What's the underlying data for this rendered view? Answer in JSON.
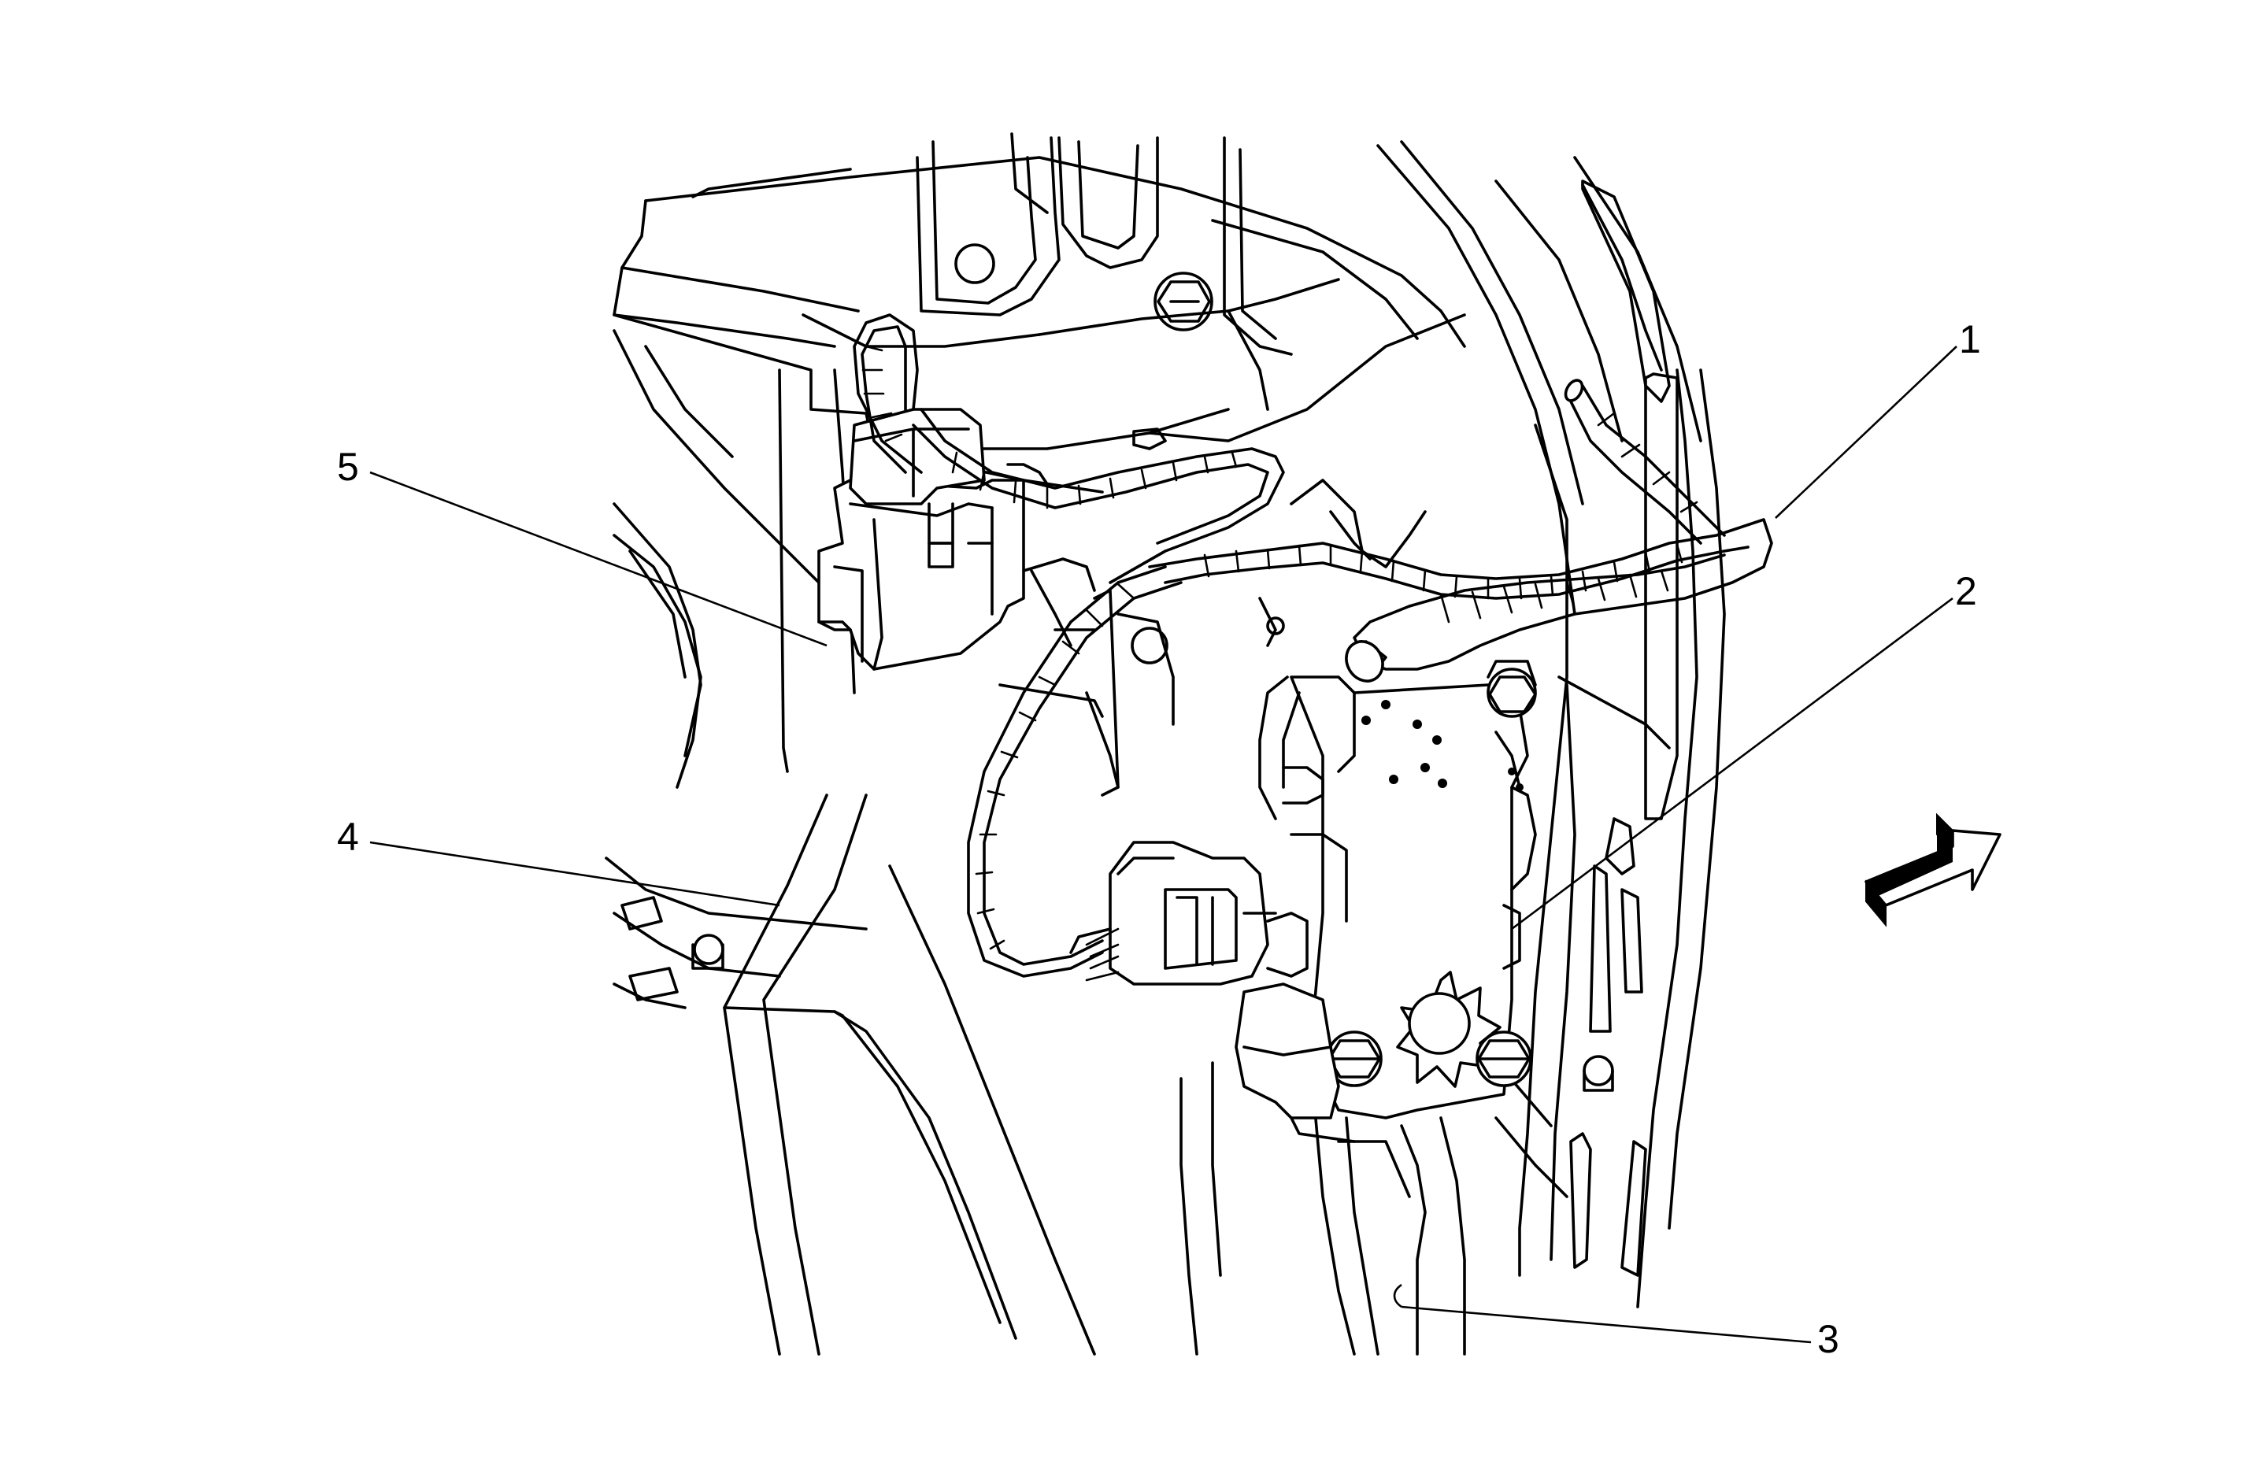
{
  "callouts": [
    {
      "id": "1",
      "label": "1"
    },
    {
      "id": "2",
      "label": "2"
    },
    {
      "id": "3",
      "label": "3"
    },
    {
      "id": "4",
      "label": "4"
    },
    {
      "id": "5",
      "label": "5"
    }
  ],
  "icons": {
    "view_direction": "view-direction-arrow-icon"
  },
  "colors": {
    "line": "#000000",
    "background": "#ffffff"
  }
}
